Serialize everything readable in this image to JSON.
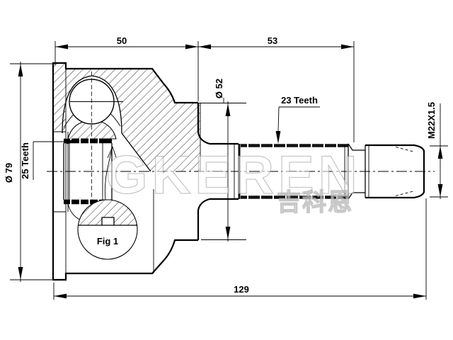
{
  "drawing": {
    "type": "technical-drawing",
    "subject": "CV joint outer housing with splined stub shaft, sectioned side view"
  },
  "labels": {
    "dim_housing_width": "50",
    "dim_shaft_length": "53",
    "dim_total_length": "129",
    "dim_outer_diameter": "Ø 79",
    "dim_neck_diameter": "Ø 52",
    "inner_spline_teeth": "25 Teeth",
    "shaft_spline_teeth": "23 Teeth",
    "thread_spec": "M22X1.5",
    "detail_figure": "Fig 1"
  },
  "watermark": {
    "brand": "GKEREN",
    "brand_cjk": "吉科恩"
  },
  "colors": {
    "line": "#000000",
    "background": "#ffffff",
    "watermark_fill": "#ffffff",
    "watermark_stroke": "#9a9a9a"
  }
}
